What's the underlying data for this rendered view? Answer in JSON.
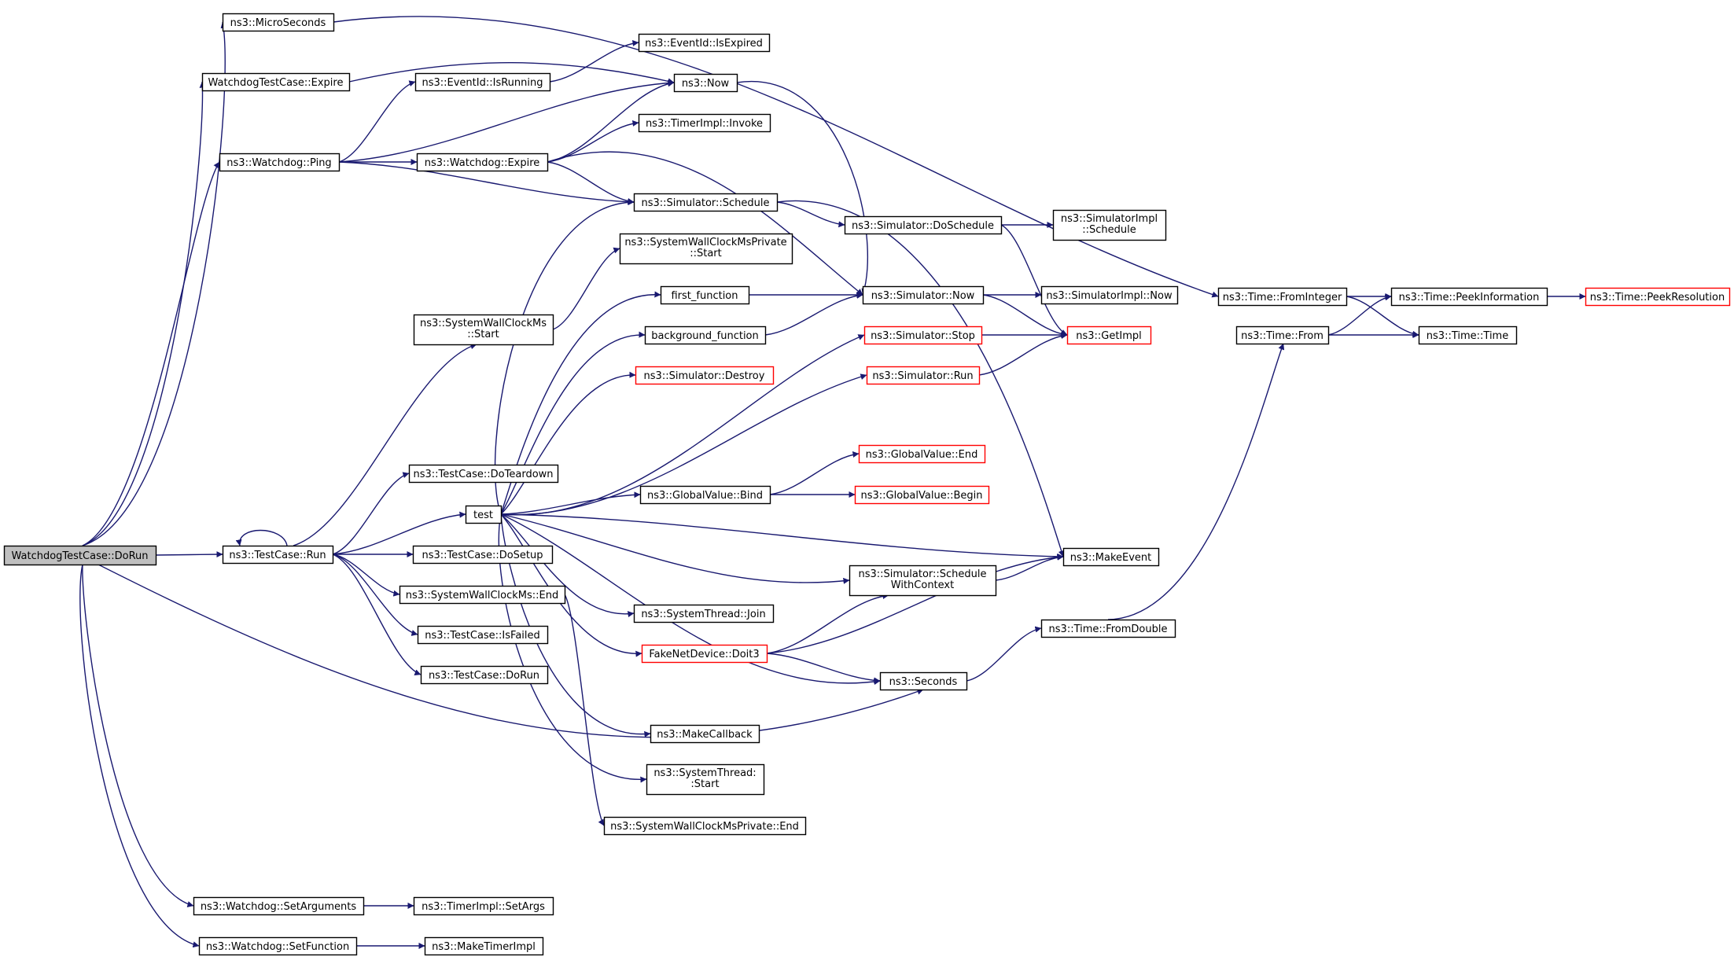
{
  "colors": {
    "edge": "#191970",
    "node_border": "#000000",
    "node_border_undocumented": "#ff0000",
    "root_fill": "#bfbfbf",
    "node_fill": "#ffffff"
  },
  "nodes": [
    {
      "id": "root",
      "lines": [
        "WatchdogTestCase::DoRun"
      ],
      "style": "root"
    },
    {
      "id": "microseconds",
      "lines": [
        "ns3::MicroSeconds"
      ],
      "style": "normal"
    },
    {
      "id": "wtc_expire",
      "lines": [
        "WatchdogTestCase::Expire"
      ],
      "style": "normal"
    },
    {
      "id": "wd_ping",
      "lines": [
        "ns3::Watchdog::Ping"
      ],
      "style": "normal"
    },
    {
      "id": "tc_run",
      "lines": [
        "ns3::TestCase::Run"
      ],
      "style": "normal"
    },
    {
      "id": "wd_setargs",
      "lines": [
        "ns3::Watchdog::SetArguments"
      ],
      "style": "normal"
    },
    {
      "id": "wd_setfunc",
      "lines": [
        "ns3::Watchdog::SetFunction"
      ],
      "style": "normal"
    },
    {
      "id": "eid_isrunning",
      "lines": [
        "ns3::EventId::IsRunning"
      ],
      "style": "normal"
    },
    {
      "id": "wd_expire",
      "lines": [
        "ns3::Watchdog::Expire"
      ],
      "style": "normal"
    },
    {
      "id": "swcm_start",
      "lines": [
        "ns3::SystemWallClockMs",
        "::Start"
      ],
      "style": "normal"
    },
    {
      "id": "tc_doteardown",
      "lines": [
        "ns3::TestCase::DoTeardown"
      ],
      "style": "normal"
    },
    {
      "id": "test",
      "lines": [
        "test"
      ],
      "style": "normal"
    },
    {
      "id": "tc_dosetup",
      "lines": [
        "ns3::TestCase::DoSetup"
      ],
      "style": "normal"
    },
    {
      "id": "swcm_end",
      "lines": [
        "ns3::SystemWallClockMs::End"
      ],
      "style": "normal"
    },
    {
      "id": "tc_isfailed",
      "lines": [
        "ns3::TestCase::IsFailed"
      ],
      "style": "normal"
    },
    {
      "id": "tc_dorun",
      "lines": [
        "ns3::TestCase::DoRun"
      ],
      "style": "normal"
    },
    {
      "id": "timerimpl_setargs",
      "lines": [
        "ns3::TimerImpl::SetArgs"
      ],
      "style": "normal"
    },
    {
      "id": "maketimerimpl",
      "lines": [
        "ns3::MakeTimerImpl"
      ],
      "style": "normal"
    },
    {
      "id": "eid_isexpired",
      "lines": [
        "ns3::EventId::IsExpired"
      ],
      "style": "normal"
    },
    {
      "id": "now",
      "lines": [
        "ns3::Now"
      ],
      "style": "normal"
    },
    {
      "id": "timerimpl_invoke",
      "lines": [
        "ns3::TimerImpl::Invoke"
      ],
      "style": "normal"
    },
    {
      "id": "sim_schedule",
      "lines": [
        "ns3::Simulator::Schedule"
      ],
      "style": "normal"
    },
    {
      "id": "swcmp_start",
      "lines": [
        "ns3::SystemWallClockMsPrivate",
        "::Start"
      ],
      "style": "normal"
    },
    {
      "id": "first_function",
      "lines": [
        "first_function"
      ],
      "style": "normal"
    },
    {
      "id": "background_function",
      "lines": [
        "background_function"
      ],
      "style": "normal"
    },
    {
      "id": "sim_destroy",
      "lines": [
        "ns3::Simulator::Destroy"
      ],
      "style": "red"
    },
    {
      "id": "gv_bind",
      "lines": [
        "ns3::GlobalValue::Bind"
      ],
      "style": "normal"
    },
    {
      "id": "st_join",
      "lines": [
        "ns3::SystemThread::Join"
      ],
      "style": "normal"
    },
    {
      "id": "fnd_doit3",
      "lines": [
        "FakeNetDevice::Doit3"
      ],
      "style": "red"
    },
    {
      "id": "makecallback",
      "lines": [
        "ns3::MakeCallback"
      ],
      "style": "normal"
    },
    {
      "id": "st_start",
      "lines": [
        "ns3::SystemThread:",
        ":Start"
      ],
      "style": "normal"
    },
    {
      "id": "swcmp_end",
      "lines": [
        "ns3::SystemWallClockMsPrivate::End"
      ],
      "style": "normal"
    },
    {
      "id": "sim_doschedule",
      "lines": [
        "ns3::Simulator::DoSchedule"
      ],
      "style": "normal"
    },
    {
      "id": "sim_now",
      "lines": [
        "ns3::Simulator::Now"
      ],
      "style": "normal"
    },
    {
      "id": "sim_stop",
      "lines": [
        "ns3::Simulator::Stop"
      ],
      "style": "red"
    },
    {
      "id": "sim_run",
      "lines": [
        "ns3::Simulator::Run"
      ],
      "style": "red"
    },
    {
      "id": "gv_end",
      "lines": [
        "ns3::GlobalValue::End"
      ],
      "style": "red"
    },
    {
      "id": "gv_begin",
      "lines": [
        "ns3::GlobalValue::Begin"
      ],
      "style": "red"
    },
    {
      "id": "sim_schedwctx",
      "lines": [
        "ns3::Simulator::Schedule",
        "WithContext"
      ],
      "style": "normal"
    },
    {
      "id": "seconds",
      "lines": [
        "ns3::Seconds"
      ],
      "style": "normal"
    },
    {
      "id": "simimpl_schedule",
      "lines": [
        "ns3::SimulatorImpl",
        "::Schedule"
      ],
      "style": "normal"
    },
    {
      "id": "simimpl_now",
      "lines": [
        "ns3::SimulatorImpl::Now"
      ],
      "style": "normal"
    },
    {
      "id": "getimpl",
      "lines": [
        "ns3::GetImpl"
      ],
      "style": "red"
    },
    {
      "id": "makeevent",
      "lines": [
        "ns3::MakeEvent"
      ],
      "style": "normal"
    },
    {
      "id": "time_fromdouble",
      "lines": [
        "ns3::Time::FromDouble"
      ],
      "style": "normal"
    },
    {
      "id": "time_frominteger",
      "lines": [
        "ns3::Time::FromInteger"
      ],
      "style": "normal"
    },
    {
      "id": "time_from",
      "lines": [
        "ns3::Time::From"
      ],
      "style": "normal"
    },
    {
      "id": "time_peekinfo",
      "lines": [
        "ns3::Time::PeekInformation"
      ],
      "style": "normal"
    },
    {
      "id": "time_time",
      "lines": [
        "ns3::Time::Time"
      ],
      "style": "normal"
    },
    {
      "id": "time_peekres",
      "lines": [
        "ns3::Time::PeekResolution"
      ],
      "style": "red"
    }
  ],
  "edges": [
    [
      "root",
      "microseconds"
    ],
    [
      "root",
      "wtc_expire"
    ],
    [
      "root",
      "wd_ping"
    ],
    [
      "root",
      "tc_run"
    ],
    [
      "root",
      "seconds"
    ],
    [
      "root",
      "wd_setargs"
    ],
    [
      "root",
      "wd_setfunc"
    ],
    [
      "microseconds",
      "time_frominteger"
    ],
    [
      "wtc_expire",
      "now"
    ],
    [
      "wd_ping",
      "eid_isrunning"
    ],
    [
      "wd_ping",
      "now"
    ],
    [
      "wd_ping",
      "wd_expire"
    ],
    [
      "wd_ping",
      "sim_schedule"
    ],
    [
      "eid_isrunning",
      "eid_isexpired"
    ],
    [
      "wd_expire",
      "now"
    ],
    [
      "wd_expire",
      "timerimpl_invoke"
    ],
    [
      "wd_expire",
      "sim_schedule"
    ],
    [
      "wd_expire",
      "sim_now"
    ],
    [
      "tc_run",
      "tc_run"
    ],
    [
      "tc_run",
      "swcm_start"
    ],
    [
      "tc_run",
      "tc_doteardown"
    ],
    [
      "tc_run",
      "test"
    ],
    [
      "tc_run",
      "tc_dosetup"
    ],
    [
      "tc_run",
      "swcm_end"
    ],
    [
      "tc_run",
      "tc_isfailed"
    ],
    [
      "tc_run",
      "tc_dorun"
    ],
    [
      "swcm_start",
      "swcmp_start"
    ],
    [
      "swcm_end",
      "swcmp_end"
    ],
    [
      "test",
      "sim_schedule"
    ],
    [
      "test",
      "first_function"
    ],
    [
      "test",
      "background_function"
    ],
    [
      "test",
      "sim_destroy"
    ],
    [
      "test",
      "sim_stop"
    ],
    [
      "test",
      "sim_run"
    ],
    [
      "test",
      "gv_bind"
    ],
    [
      "test",
      "makeevent"
    ],
    [
      "test",
      "sim_schedwctx"
    ],
    [
      "test",
      "st_join"
    ],
    [
      "test",
      "fnd_doit3"
    ],
    [
      "test",
      "seconds"
    ],
    [
      "test",
      "makecallback"
    ],
    [
      "test",
      "st_start"
    ],
    [
      "wd_setargs",
      "timerimpl_setargs"
    ],
    [
      "wd_setfunc",
      "maketimerimpl"
    ],
    [
      "now",
      "sim_now"
    ],
    [
      "sim_schedule",
      "sim_doschedule"
    ],
    [
      "sim_schedule",
      "makeevent"
    ],
    [
      "first_function",
      "sim_now"
    ],
    [
      "background_function",
      "sim_now"
    ],
    [
      "gv_bind",
      "gv_end"
    ],
    [
      "gv_bind",
      "gv_begin"
    ],
    [
      "fnd_doit3",
      "sim_schedwctx"
    ],
    [
      "fnd_doit3",
      "makeevent"
    ],
    [
      "fnd_doit3",
      "seconds"
    ],
    [
      "sim_doschedule",
      "simimpl_schedule"
    ],
    [
      "sim_doschedule",
      "getimpl"
    ],
    [
      "sim_now",
      "simimpl_now"
    ],
    [
      "sim_now",
      "getimpl"
    ],
    [
      "sim_stop",
      "getimpl"
    ],
    [
      "sim_run",
      "getimpl"
    ],
    [
      "sim_schedwctx",
      "makeevent"
    ],
    [
      "seconds",
      "time_fromdouble"
    ],
    [
      "time_fromdouble",
      "time_from"
    ],
    [
      "time_frominteger",
      "time_peekinfo"
    ],
    [
      "time_frominteger",
      "time_time"
    ],
    [
      "time_from",
      "time_peekinfo"
    ],
    [
      "time_from",
      "time_time"
    ],
    [
      "time_peekinfo",
      "time_peekres"
    ]
  ]
}
